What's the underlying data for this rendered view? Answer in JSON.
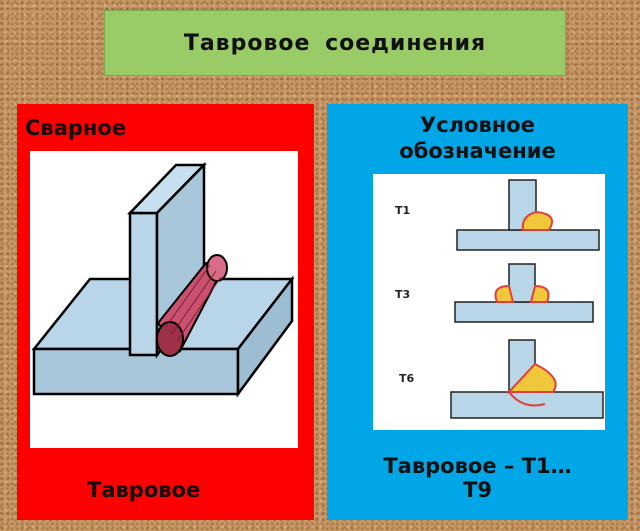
{
  "slide": {
    "title": "Тавровое  соединения"
  },
  "left_panel": {
    "title": "Сварное",
    "caption": "Тавровое",
    "color": "#ff0000"
  },
  "right_panel": {
    "title_line1": "Условное",
    "title_line2": "обозначение",
    "caption_line1": "Тавровое – Т1…",
    "caption_line2": "Т9",
    "color": "#00a6e6",
    "symbols": [
      {
        "label": "Т1"
      },
      {
        "label": "Т3"
      },
      {
        "label": "Т6"
      }
    ]
  },
  "colors": {
    "title_box": "#99cc66",
    "steel": "#b9d6e8",
    "weld_fill": "#f0c63a",
    "weld_outline": "#e0403a"
  }
}
